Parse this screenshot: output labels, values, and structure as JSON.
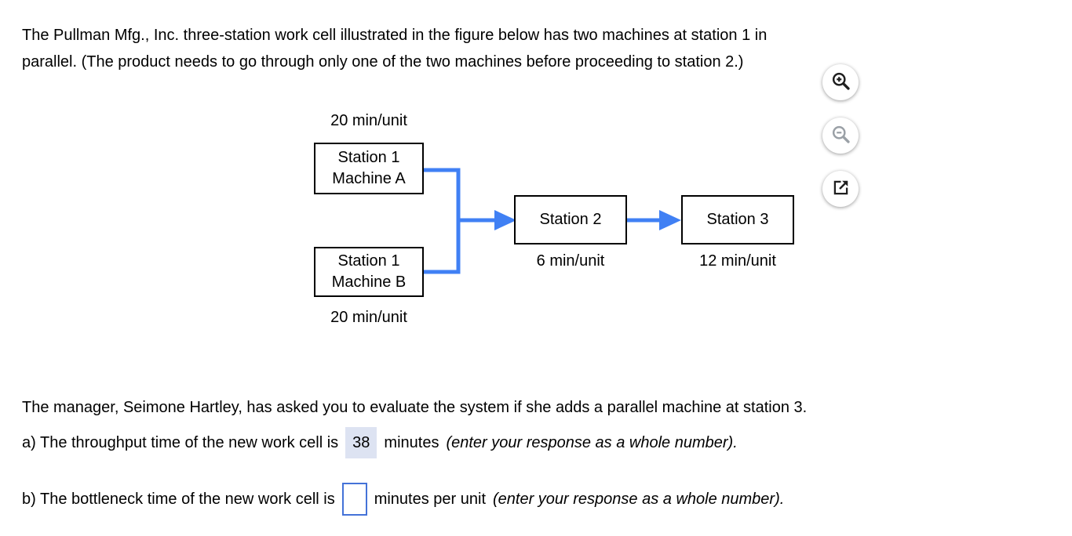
{
  "intro": {
    "line1": "The Pullman Mfg., Inc. three-station work cell illustrated in the figure below has two machines at station 1 in",
    "line2": "parallel. (The product needs to go through only one of the two machines before proceeding to station 2.)"
  },
  "figure": {
    "machine_a": {
      "name_line1": "Station 1",
      "name_line2": "Machine A",
      "rate": "20 min/unit"
    },
    "machine_b": {
      "name_line1": "Station 1",
      "name_line2": "Machine B",
      "rate": "20 min/unit"
    },
    "station_2": {
      "label": "Station 2",
      "rate": "6 min/unit"
    },
    "station_3": {
      "label": "Station 3",
      "rate": "12 min/unit"
    },
    "toolbar_icons": [
      "zoom-in-icon",
      "zoom-out-icon",
      "open-in-new-icon"
    ]
  },
  "manager_text": "The manager, Seimone Hartley, has asked you to evaluate the system if she adds a parallel machine at station 3.",
  "question_a": {
    "prefix": "a) The throughput time of the new work cell is",
    "answer_value": "38",
    "suffix": "minutes",
    "note": "(enter your response as a whole number)."
  },
  "question_b": {
    "prefix": "b) The bottleneck time of the new work cell is",
    "input_value": "",
    "suffix": "minutes per unit",
    "note": "(enter your response as a whole number)."
  },
  "colors": {
    "accent-blue": "#4080f4",
    "answer-highlight-bg": "#dde3f2",
    "input-border": "#4472d8"
  }
}
